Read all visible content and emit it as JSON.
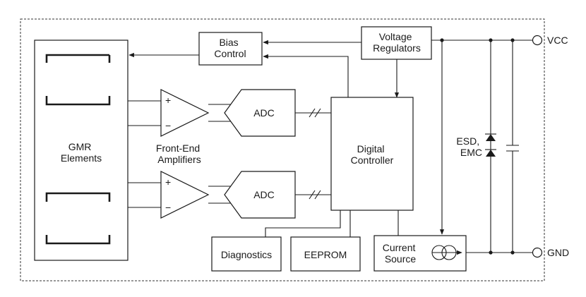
{
  "blocks": {
    "gmr": [
      "GMR",
      "Elements"
    ],
    "bias": [
      "Bias",
      "Control"
    ],
    "voltage": [
      "Voltage",
      "Regulators"
    ],
    "amplifiers": [
      "Front-End",
      "Amplifiers"
    ],
    "adc": "ADC",
    "controller": [
      "Digital",
      "Controller"
    ],
    "diagnostics": "Diagnostics",
    "eeprom": "EEPROM",
    "current_source": [
      "Current",
      "Source"
    ],
    "esd": [
      "ESD,",
      "EMC"
    ]
  },
  "pins": {
    "vcc": "VCC",
    "gnd": "GND"
  },
  "amp_signs": {
    "plus": "+",
    "minus": "−"
  }
}
